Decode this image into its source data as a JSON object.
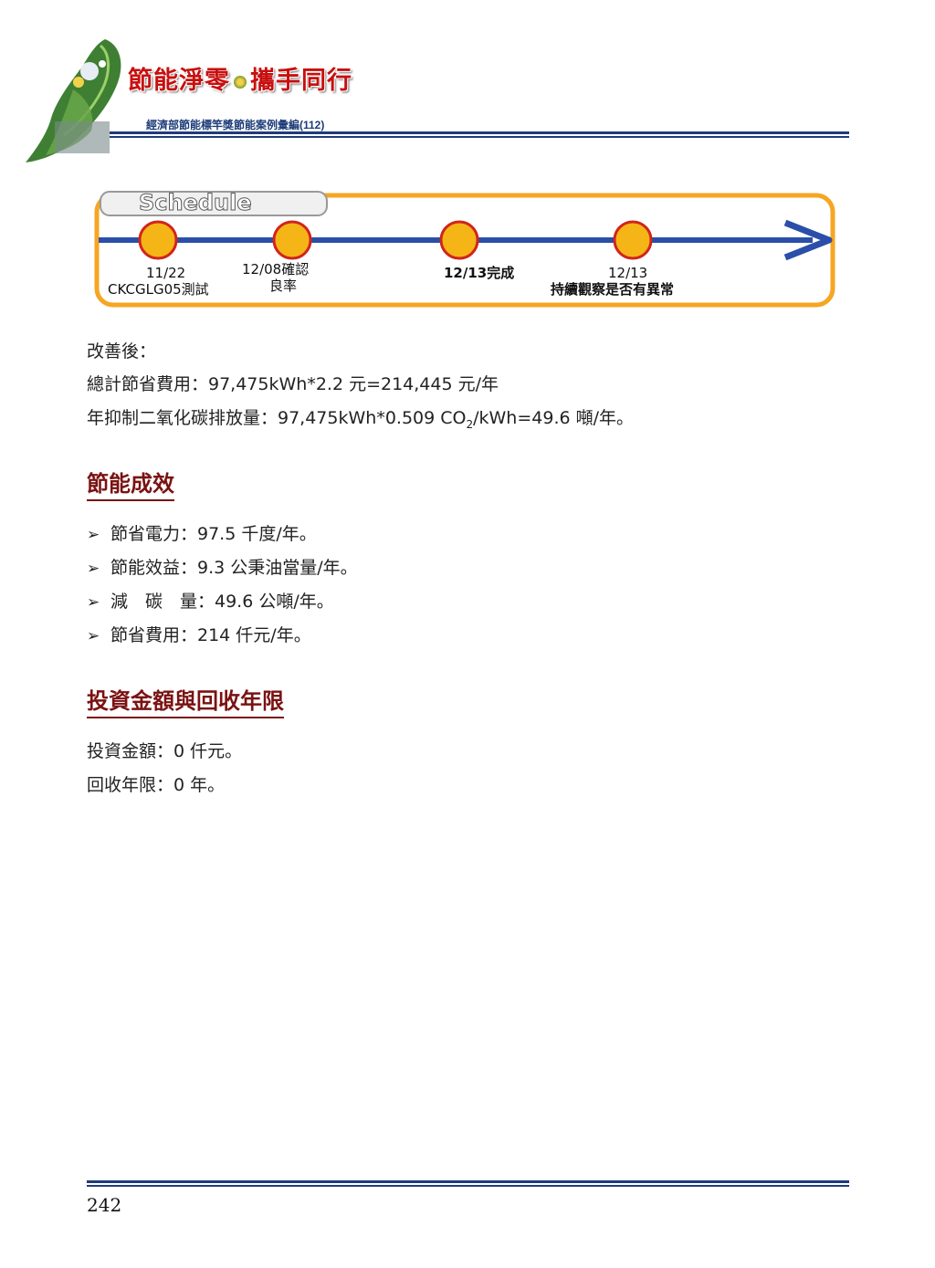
{
  "header": {
    "slogan_left": "節能淨零",
    "slogan_right": "攜手同行",
    "subtitle": "經濟部節能標竿獎節能案例彙編(112)"
  },
  "schedule": {
    "title": "Schedule",
    "milestones": [
      {
        "date": "11/22",
        "label": "CKCGLG05測試"
      },
      {
        "date": "12/08確認",
        "label": "良率"
      },
      {
        "date": "12/13完成",
        "label": ""
      },
      {
        "date": "12/13",
        "label": "持續觀察是否有異常"
      }
    ],
    "colors": {
      "frame": "#f5a623",
      "line": "#2b4fa8",
      "node": "#f5b516",
      "node_ring": "#d0251c"
    }
  },
  "after": {
    "intro": "改善後：",
    "cost_line": "總計節省費用：97,475kWh*2.2 元=214,445 元/年",
    "co2_prefix": "年抑制二氧化碳排放量：97,475kWh*0.509 CO",
    "co2_sub": "2",
    "co2_suffix": "/kWh=49.6 噸/年。"
  },
  "effects": {
    "heading": "節能成效",
    "items": [
      "節省電力：97.5 千度/年。",
      "節能效益：9.3 公秉油當量/年。",
      "減　碳　量：49.6 公噸/年。",
      "節省費用：214 仟元/年。"
    ]
  },
  "investment": {
    "heading": "投資金額與回收年限",
    "amount": "投資金額：0 仟元。",
    "payback": "回收年限：0 年。"
  },
  "footer": {
    "page_number": "242"
  }
}
